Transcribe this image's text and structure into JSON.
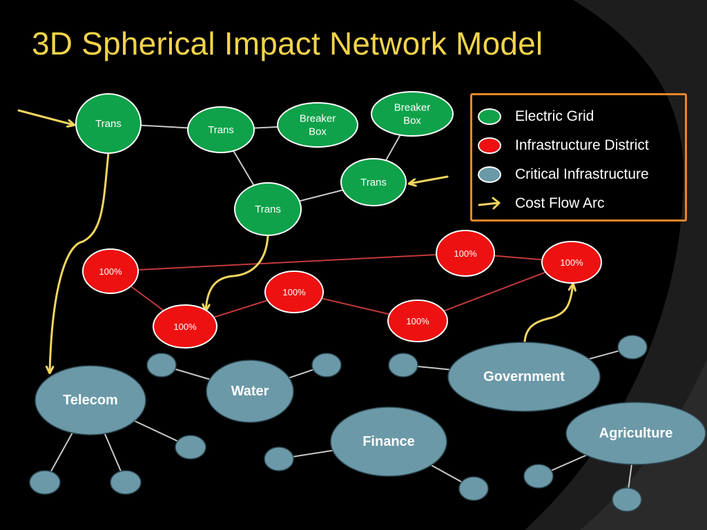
{
  "slide": {
    "title": "3D Spherical Impact Network Model"
  },
  "colors": {
    "electric_grid": "#0fa24a",
    "infrastructure_district": "#ee1111",
    "critical_infrastructure": "#6b99a8",
    "cost_flow_arc": "#f3d560",
    "title": "#f3d34a",
    "legend_border": "#e8872a"
  },
  "legend": {
    "items": [
      {
        "label": "Electric Grid",
        "swatch": "electric_grid"
      },
      {
        "label": "Infrastructure District",
        "swatch": "infrastructure_district"
      },
      {
        "label": "Critical Infrastructure",
        "swatch": "critical_infrastructure"
      },
      {
        "label": "Cost Flow Arc",
        "swatch": "cost_flow_arc-icon"
      }
    ]
  },
  "diagram": {
    "nodes": [
      {
        "id": "trans-1",
        "type": "electric_grid",
        "label": "Trans"
      },
      {
        "id": "trans-2",
        "type": "electric_grid",
        "label": "Trans"
      },
      {
        "id": "breaker-1",
        "type": "electric_grid",
        "label": "Breaker\nBox"
      },
      {
        "id": "breaker-2",
        "type": "electric_grid",
        "label": "Breaker\nBox"
      },
      {
        "id": "trans-3",
        "type": "electric_grid",
        "label": "Trans"
      },
      {
        "id": "trans-4",
        "type": "electric_grid",
        "label": "Trans"
      },
      {
        "id": "district-1",
        "type": "infrastructure_district",
        "label": "100%"
      },
      {
        "id": "district-2",
        "type": "infrastructure_district",
        "label": "100%"
      },
      {
        "id": "district-3",
        "type": "infrastructure_district",
        "label": "100%"
      },
      {
        "id": "district-4",
        "type": "infrastructure_district",
        "label": "100%"
      },
      {
        "id": "district-5",
        "type": "infrastructure_district",
        "label": "100%"
      },
      {
        "id": "district-6",
        "type": "infrastructure_district",
        "label": "100%"
      },
      {
        "id": "telecom",
        "type": "critical_infrastructure",
        "label": "Telecom"
      },
      {
        "id": "water",
        "type": "critical_infrastructure",
        "label": "Water"
      },
      {
        "id": "finance",
        "type": "critical_infrastructure",
        "label": "Finance"
      },
      {
        "id": "government",
        "type": "critical_infrastructure",
        "label": "Government"
      },
      {
        "id": "agriculture",
        "type": "critical_infrastructure",
        "label": "Agriculture"
      },
      {
        "id": "telecom-sat-1",
        "type": "critical_infrastructure",
        "label": ""
      },
      {
        "id": "telecom-sat-2",
        "type": "critical_infrastructure",
        "label": ""
      },
      {
        "id": "telecom-sat-3",
        "type": "critical_infrastructure",
        "label": ""
      },
      {
        "id": "water-sat-1",
        "type": "critical_infrastructure",
        "label": ""
      },
      {
        "id": "water-sat-2",
        "type": "critical_infrastructure",
        "label": ""
      },
      {
        "id": "finance-sat-1",
        "type": "critical_infrastructure",
        "label": ""
      },
      {
        "id": "finance-sat-2",
        "type": "critical_infrastructure",
        "label": ""
      },
      {
        "id": "government-sat-1",
        "type": "critical_infrastructure",
        "label": ""
      },
      {
        "id": "government-sat-2",
        "type": "critical_infrastructure",
        "label": ""
      },
      {
        "id": "agriculture-sat-1",
        "type": "critical_infrastructure",
        "label": ""
      },
      {
        "id": "agriculture-sat-2",
        "type": "critical_infrastructure",
        "label": ""
      }
    ],
    "edges": [
      {
        "from": "trans-1",
        "to": "trans-2",
        "kind": "link"
      },
      {
        "from": "trans-2",
        "to": "breaker-1",
        "kind": "link"
      },
      {
        "from": "trans-2",
        "to": "trans-4",
        "kind": "link"
      },
      {
        "from": "trans-4",
        "to": "trans-3",
        "kind": "link"
      },
      {
        "from": "trans-3",
        "to": "breaker-2",
        "kind": "link"
      },
      {
        "from": "district-1",
        "to": "district-5",
        "kind": "district_link"
      },
      {
        "from": "district-1",
        "to": "district-2",
        "kind": "district_link"
      },
      {
        "from": "district-2",
        "to": "district-3",
        "kind": "district_link"
      },
      {
        "from": "district-3",
        "to": "district-4",
        "kind": "district_link"
      },
      {
        "from": "district-4",
        "to": "district-6",
        "kind": "district_link"
      },
      {
        "from": "district-5",
        "to": "district-6",
        "kind": "district_link"
      },
      {
        "from": "telecom",
        "to": "telecom-sat-1",
        "kind": "link"
      },
      {
        "from": "telecom",
        "to": "telecom-sat-2",
        "kind": "link"
      },
      {
        "from": "telecom",
        "to": "telecom-sat-3",
        "kind": "link"
      },
      {
        "from": "water",
        "to": "water-sat-1",
        "kind": "link"
      },
      {
        "from": "water",
        "to": "water-sat-2",
        "kind": "link"
      },
      {
        "from": "finance",
        "to": "finance-sat-1",
        "kind": "link"
      },
      {
        "from": "finance",
        "to": "finance-sat-2",
        "kind": "link"
      },
      {
        "from": "government",
        "to": "government-sat-1",
        "kind": "link"
      },
      {
        "from": "government",
        "to": "government-sat-2",
        "kind": "link"
      },
      {
        "from": "agriculture",
        "to": "agriculture-sat-1",
        "kind": "link"
      },
      {
        "from": "agriculture",
        "to": "agriculture-sat-2",
        "kind": "link"
      }
    ],
    "cost_flow_arcs": [
      {
        "from": "external",
        "to": "trans-1"
      },
      {
        "from": "external",
        "to": "trans-3"
      },
      {
        "from": "trans-1",
        "to": "telecom"
      },
      {
        "from": "trans-4",
        "to": "district-2"
      },
      {
        "from": "government",
        "to": "district-6"
      }
    ]
  }
}
